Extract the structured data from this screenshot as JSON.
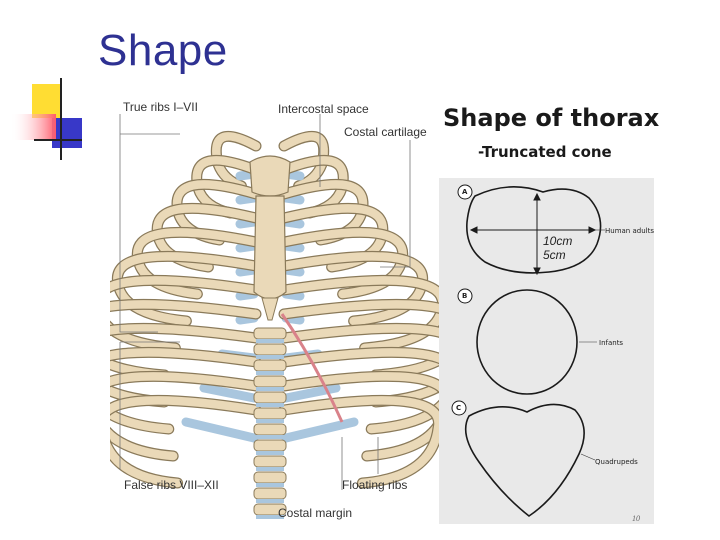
{
  "slide": {
    "title": "Shape"
  },
  "rib_figure": {
    "labels": {
      "true_ribs": "True ribs I–VII",
      "intercostal_space": "Intercostal space",
      "costal_cartilage": "Costal cartilage",
      "false_ribs": "False ribs VIII–XII",
      "costal_margin": "Costal margin",
      "floating_ribs": "Floating ribs"
    },
    "colors": {
      "bone": "#ead9b8",
      "bone_outline": "#8a7a5a",
      "cartilage": "#a9c6de",
      "costal_margin_line": "#d9828a"
    }
  },
  "thorax": {
    "title": "Shape of thorax",
    "subtitle": "-Truncated cone",
    "shapes": [
      {
        "letter": "A",
        "label": "Human adults"
      },
      {
        "letter": "B",
        "label": "Infants"
      },
      {
        "letter": "C",
        "label": "Quadrupeds"
      }
    ],
    "dimensions": {
      "transverse": "10cm",
      "anteroposterior": "5cm"
    },
    "page_number": "10"
  },
  "colors": {
    "title": "#2e3192",
    "deco_yellow": "#ffdd33",
    "deco_blue": "#3333cc",
    "deco_red": "#ff5555"
  }
}
